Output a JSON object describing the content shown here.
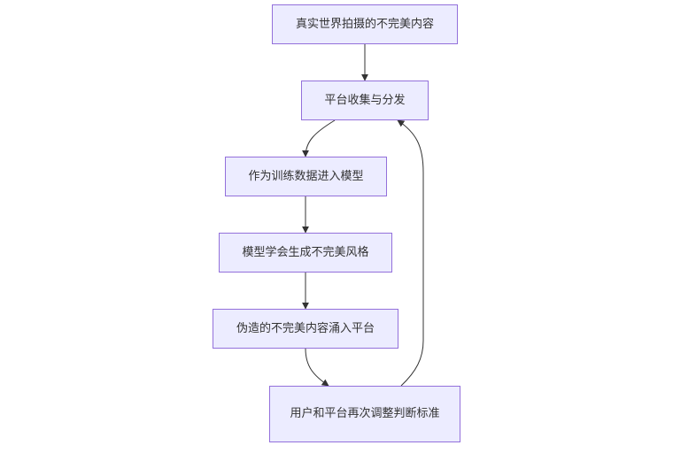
{
  "diagram": {
    "type": "flowchart",
    "direction": "top-down",
    "nodes": [
      {
        "id": "n1",
        "label": "真实世界拍摄的不完美内容"
      },
      {
        "id": "n2",
        "label": "平台收集与分发"
      },
      {
        "id": "n3",
        "label": "作为训练数据进入模型"
      },
      {
        "id": "n4",
        "label": "模型学会生成不完美风格"
      },
      {
        "id": "n5",
        "label": "伪造的不完美内容涌入平台"
      },
      {
        "id": "n6",
        "label": "用户和平台再次调整判断标准"
      }
    ],
    "edges": [
      {
        "from": "n1",
        "to": "n2"
      },
      {
        "from": "n2",
        "to": "n3"
      },
      {
        "from": "n3",
        "to": "n4"
      },
      {
        "from": "n4",
        "to": "n5"
      },
      {
        "from": "n5",
        "to": "n6"
      },
      {
        "from": "n6",
        "to": "n2"
      }
    ],
    "colors": {
      "node_fill": "#ECECFF",
      "node_border": "#9370DB",
      "edge": "#333333",
      "text": "#333333"
    }
  }
}
